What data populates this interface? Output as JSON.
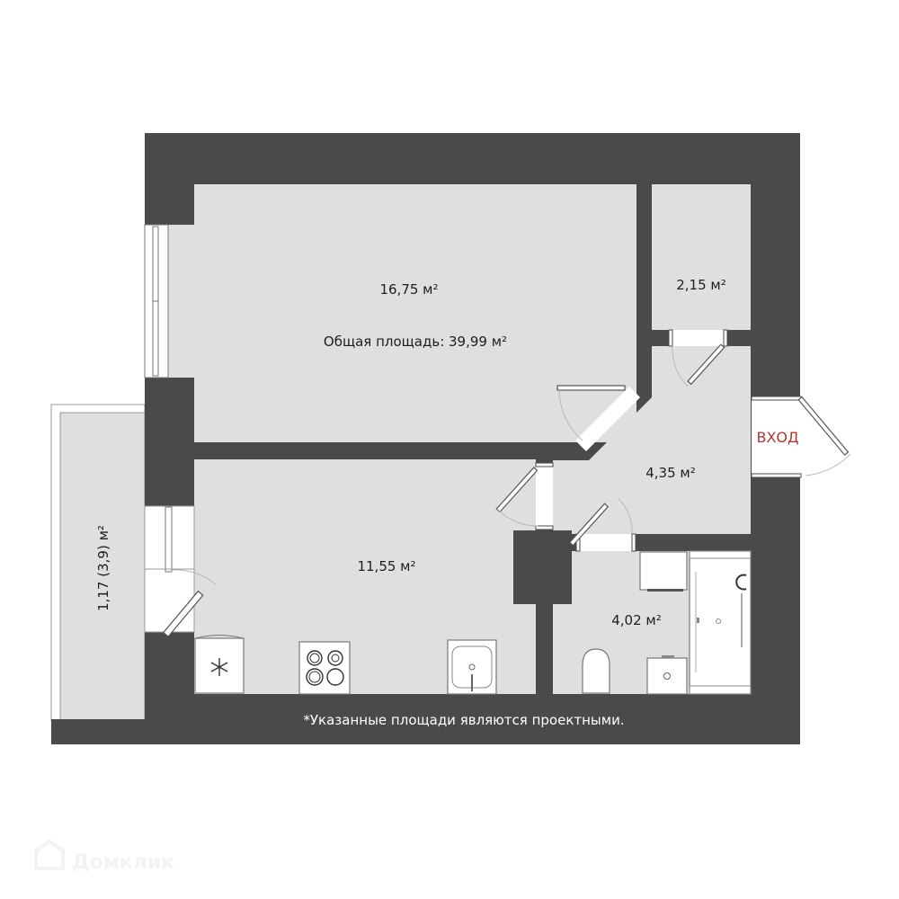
{
  "plan": {
    "total_area_label": "Общая площадь: 39,99 м²",
    "footnote": "*Указанные площади являются проектными.",
    "entrance_label": "ВХОД",
    "watermark": "Домклик",
    "colors": {
      "wall": "#4a4a4a",
      "floor": "#dfdfdf",
      "entrance_text": "#b0382f",
      "background": "#ffffff"
    }
  },
  "rooms": [
    {
      "id": "living-room",
      "area": "16,75 м²"
    },
    {
      "id": "storage",
      "area": "2,15 м²"
    },
    {
      "id": "hallway",
      "area": "4,35 м²"
    },
    {
      "id": "kitchen",
      "area": "11,55 м²"
    },
    {
      "id": "bathroom",
      "area": "4,02 м²"
    },
    {
      "id": "balcony",
      "area": "1,17 (3,9) м²"
    }
  ],
  "fixtures": [
    {
      "room": "kitchen",
      "icon": "refrigerator-icon"
    },
    {
      "room": "kitchen",
      "icon": "stove-icon"
    },
    {
      "room": "kitchen",
      "icon": "kitchen-sink-icon"
    },
    {
      "room": "bathroom",
      "icon": "washing-machine-icon"
    },
    {
      "room": "bathroom",
      "icon": "toilet-icon"
    },
    {
      "room": "bathroom",
      "icon": "bathroom-sink-icon"
    },
    {
      "room": "bathroom",
      "icon": "shower-cabin-icon"
    }
  ]
}
